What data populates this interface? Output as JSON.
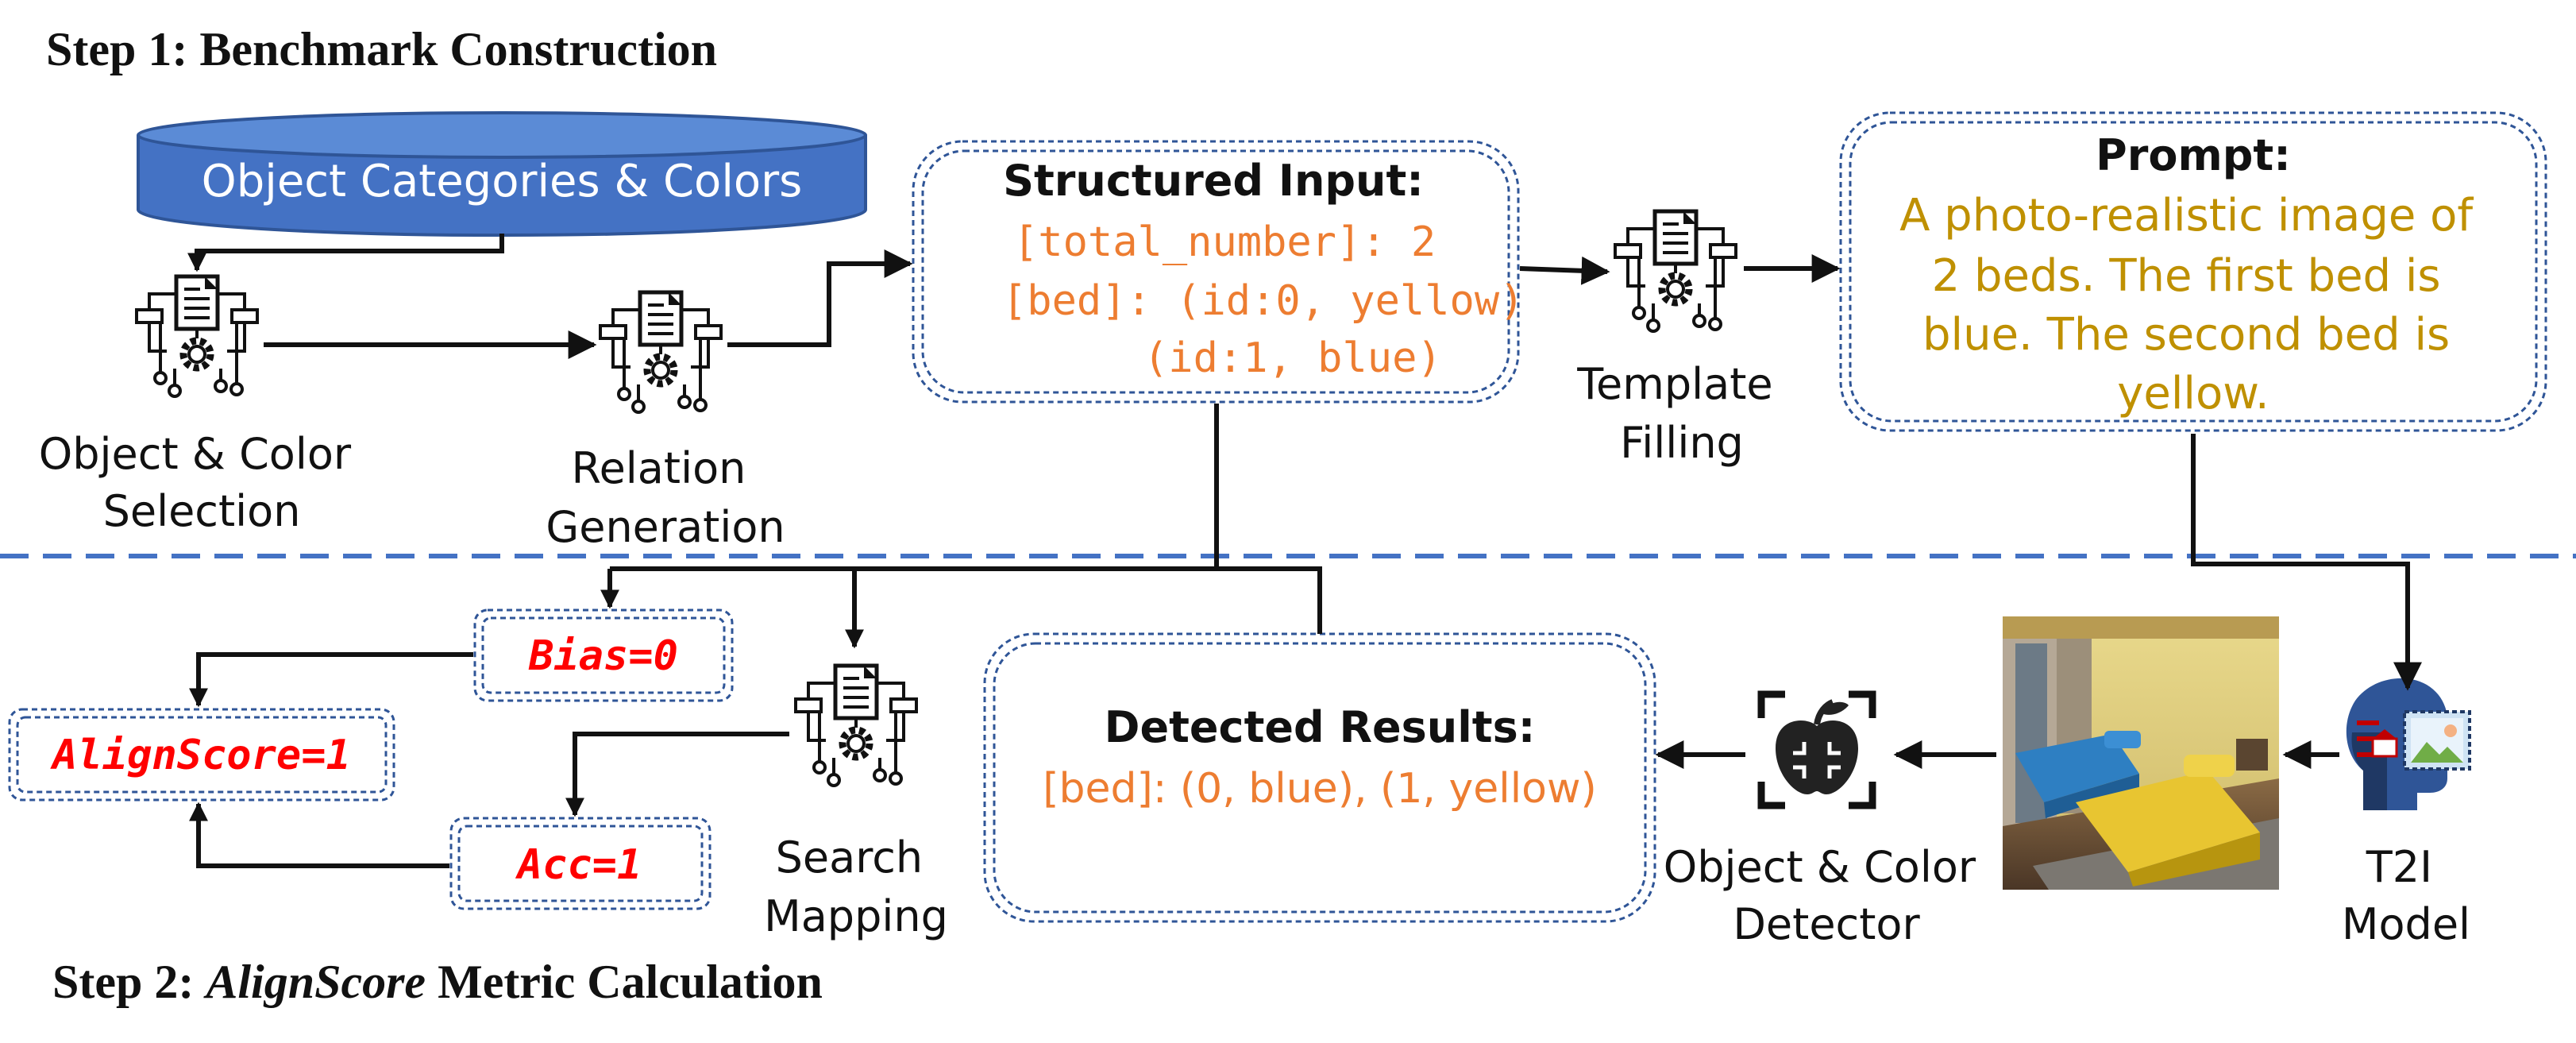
{
  "colors": {
    "line": "#111111",
    "divider": "#4472c4",
    "box_border": "#2f5597",
    "cylinder_fill": "#4472c4",
    "cylinder_text": "#ffffff",
    "orange": "#ed7d31",
    "gold": "#bf9000",
    "red": "#ff0000"
  },
  "icons": {
    "process": "process-document-gear-icon",
    "detector": "apple-scan-icon",
    "t2i": "head-with-picture-icon",
    "image": "generated-bedroom-image"
  },
  "step1": {
    "heading": "Step 1: Benchmark Construction",
    "source": "Object Categories & Colors",
    "selection_label": [
      "Object & Color",
      "Selection"
    ],
    "relation_label": [
      "Relation",
      "Generation"
    ],
    "template_label": [
      "Template",
      "Filling"
    ],
    "structured": {
      "title": "Structured Input:",
      "lines": [
        "[total_number]: 2",
        "[bed]: (id:0, yellow)",
        "(id:1, blue)"
      ]
    },
    "prompt": {
      "title": "Prompt:",
      "lines": [
        "A photo-realistic image of",
        "2 beds. The first bed is",
        "blue. The second bed is",
        "yellow."
      ]
    }
  },
  "step2": {
    "heading_prefix": "Step 2: ",
    "heading_italic": "AlignScore",
    "heading_suffix": " Metric Calculation",
    "bias": "Bias=0",
    "alignscore": "AlignScore=1",
    "acc": "Acc=1",
    "search_label": [
      "Search",
      "Mapping"
    ],
    "detected": {
      "title": "Detected Results:",
      "line": "[bed]: (0, blue), (1, yellow)"
    },
    "detector_label": [
      "Object & Color",
      "Detector"
    ],
    "t2i_label": [
      "T2I",
      "Model"
    ]
  }
}
